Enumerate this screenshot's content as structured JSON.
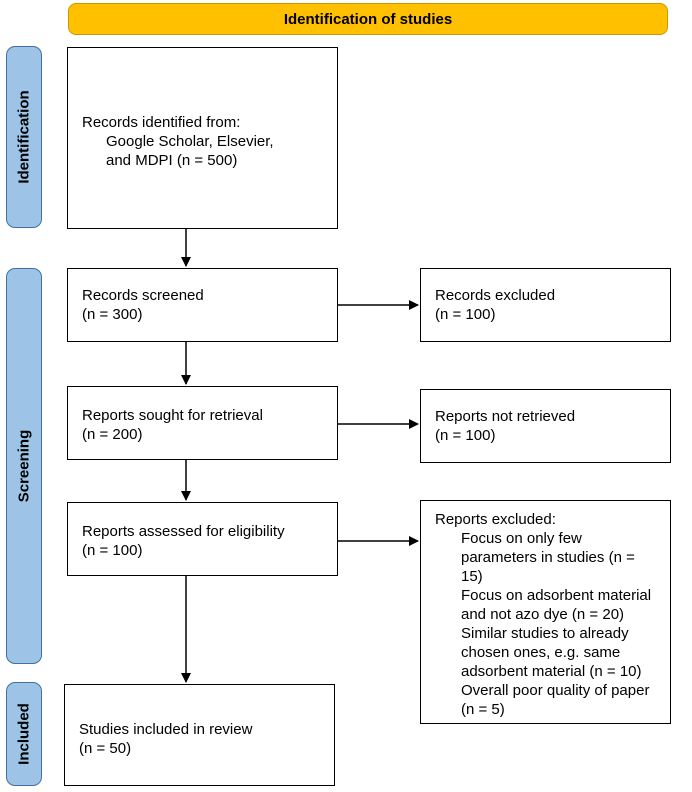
{
  "header": {
    "title": "Identification of studies"
  },
  "stages": {
    "identification": "Identification",
    "screening": "Screening",
    "included": "Included"
  },
  "boxes": {
    "records_identified": {
      "line1": "Records identified from:",
      "line2": "Google Scholar, Elsevier,",
      "line3": "and MDPI (n = 500)"
    },
    "records_screened": {
      "line1": "Records screened",
      "line2": "(n = 300)"
    },
    "records_excluded": {
      "line1": "Records excluded",
      "line2": "(n = 100)"
    },
    "reports_sought": {
      "line1": "Reports sought for retrieval",
      "line2": "(n = 200)"
    },
    "reports_not_retrieved": {
      "line1": "Reports not retrieved",
      "line2": "(n = 100)"
    },
    "reports_assessed": {
      "line1": "Reports assessed for eligibility",
      "line2": "(n = 100)"
    },
    "reports_excluded": {
      "title": "Reports excluded:",
      "lines": [
        "Focus on only few",
        "parameters in studies (n =",
        "15)",
        "Focus on adsorbent material",
        "and not azo dye (n = 20)",
        "Similar studies to already",
        "chosen ones, e.g. same",
        "adsorbent material (n = 10)",
        "Overall poor quality of paper",
        "(n = 5)"
      ]
    },
    "studies_included": {
      "line1": "Studies included in review",
      "line2": "(n = 50)"
    }
  }
}
